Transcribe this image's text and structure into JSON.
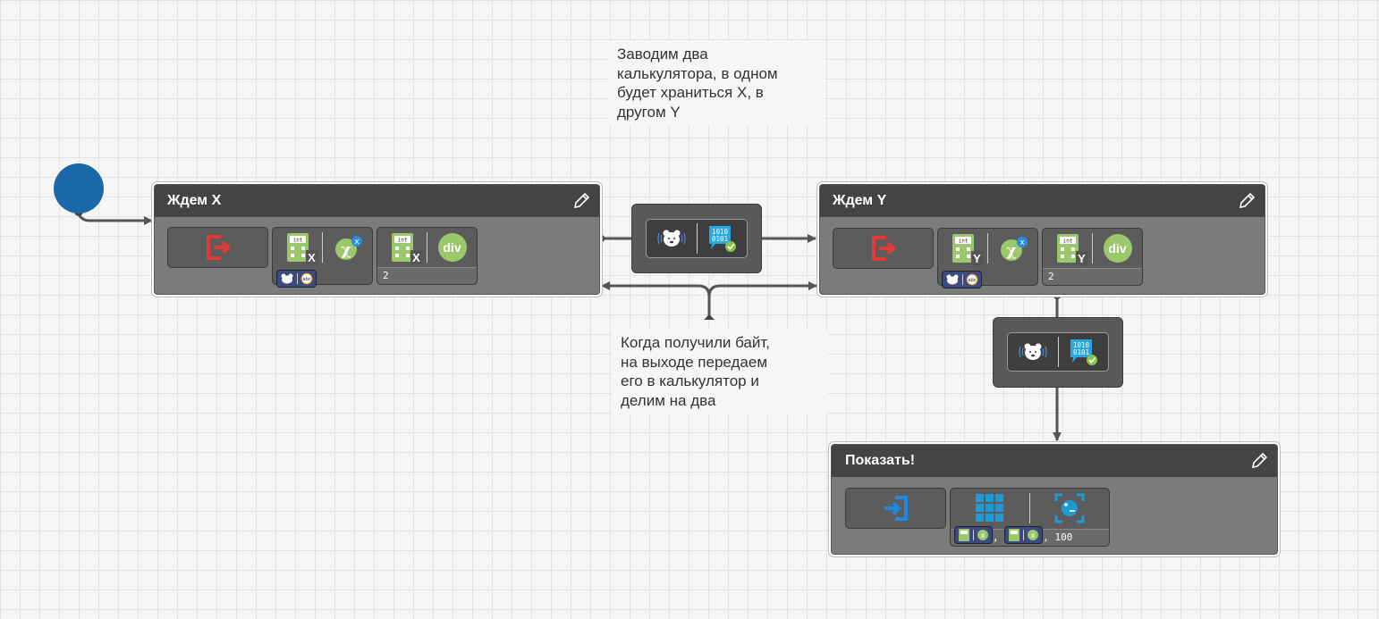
{
  "notes": {
    "top": [
      "Заводим два",
      "калькулятора, в одном",
      "будет храниться X, в",
      "другом Y"
    ],
    "bottom": [
      "Когда получили байт,",
      "на выходе передаем",
      "его в калькулятор и",
      "делим на два"
    ]
  },
  "states": {
    "wait_x": {
      "title": "Ждем X",
      "calc_var": "X",
      "div_label": "div",
      "div_param": "2",
      "calc_letter": "X",
      "abc": "abc"
    },
    "wait_y": {
      "title": "Ждем Y",
      "calc_var": "Y",
      "div_label": "div",
      "div_param": "2",
      "calc_letter": "Y",
      "abc": "abc"
    },
    "show": {
      "title": "Показать!",
      "param_sep1": ",",
      "param_sep2": ",",
      "param_value": "100"
    }
  },
  "icons": {
    "int_label": "int",
    "binary_line1": "1010",
    "binary_line2": "0101",
    "x_small": "x"
  },
  "colors": {
    "start": "#1a68a8",
    "exit_icon": "#e53935",
    "enter_icon": "#1e88e5",
    "calc_green": "#9bc86a",
    "div_green": "#9bc86a",
    "grid_blue": "#1e9ad6"
  }
}
